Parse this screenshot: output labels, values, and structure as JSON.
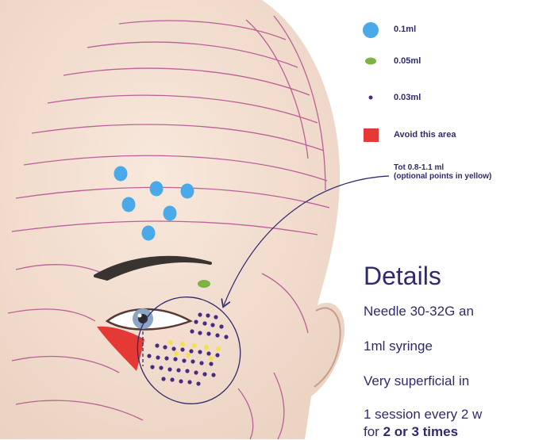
{
  "legend": {
    "items": [
      {
        "label": "0.1ml",
        "color": "#4aa9e8",
        "marker": "large-blue-dot"
      },
      {
        "label": "0.05ml",
        "color": "#7cb342",
        "marker": "green-ellipse"
      },
      {
        "label": "0.03ml",
        "color": "#4b2a83",
        "marker": "small-purple-dot"
      },
      {
        "label": "Avoid this area",
        "color": "#e53935",
        "marker": "red-square"
      }
    ],
    "total_line1": "Tot 0.8-1.1 ml",
    "total_line2": "(optional points in yellow)"
  },
  "details": {
    "title": "Details",
    "lines": [
      "Needle 30-32G an",
      "1ml syringe",
      "Very superficial in",
      "1 session every 2 w"
    ],
    "last_prefix": "for ",
    "last_bold": "2 or 3 times"
  },
  "colors": {
    "text": "#2f2a6e",
    "skin": "#f3ddd0",
    "wrinkle": "#b24a8e",
    "optional_point": "#f4e04d"
  }
}
